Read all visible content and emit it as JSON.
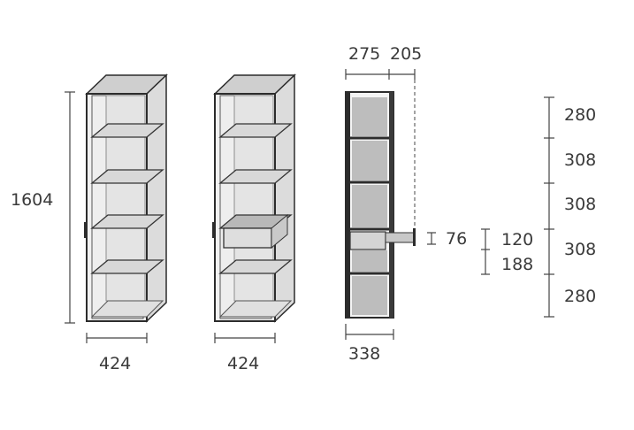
{
  "diagram": {
    "left_cabinet": {
      "height_label": "1604",
      "width_label": "424"
    },
    "middle_cabinet": {
      "width_label": "424"
    },
    "side_view": {
      "depth_label": "275",
      "drawer_extension_label": "205",
      "total_depth_label": "338",
      "handle_depth_label": "76",
      "drawer_heights": [
        "120",
        "188"
      ]
    },
    "shelf_spacing": [
      "280",
      "308",
      "308",
      "308",
      "280"
    ]
  },
  "colors": {
    "frame": "#2c2c2c",
    "glass": "#e9e9e9",
    "side_panel": "#bdbdbd",
    "shelf": "#9a9a9a"
  }
}
